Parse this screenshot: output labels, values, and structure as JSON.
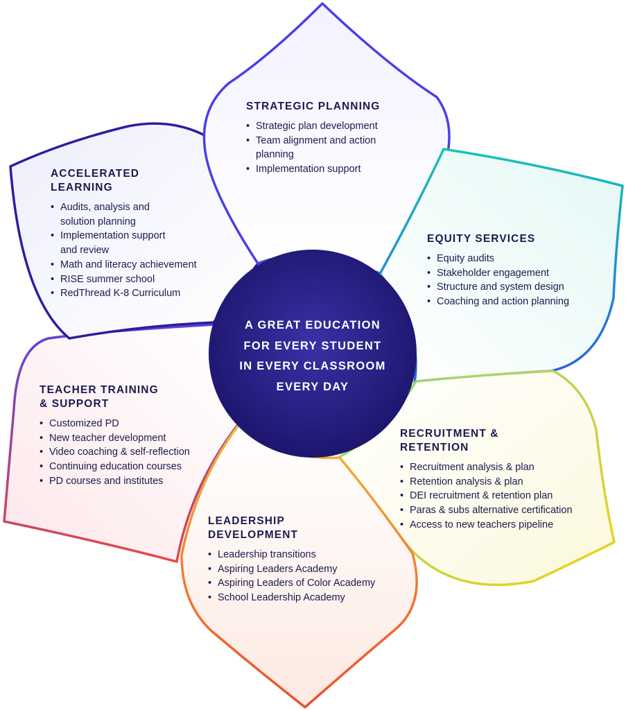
{
  "center": {
    "text": "A GREAT EDUCATION\nFOR EVERY STUDENT\nIN EVERY CLASSROOM\nEVERY DAY"
  },
  "colors": {
    "strategic": "#4a3fe6",
    "accelerated": "#2a1f9e",
    "equity": "#1fb8c4",
    "teacher": "#6a3fd6",
    "recruitment": "#e6d21a",
    "leadership": "#ee7a24",
    "text": "#1b1a4f",
    "center_fill": "#2a1f8a"
  },
  "sections": [
    {
      "id": "strategic-planning",
      "title": "STRATEGIC PLANNING",
      "items": [
        "Strategic plan development",
        "Team alignment and action\nplanning",
        "Implementation support"
      ]
    },
    {
      "id": "accelerated-learning",
      "title": "ACCELERATED\nLEARNING",
      "items": [
        "Audits, analysis and\nsolution planning",
        "Implementation support\nand review",
        "Math and literacy achievement",
        "RISE summer school",
        "RedThread K-8 Curriculum"
      ]
    },
    {
      "id": "equity-services",
      "title": "EQUITY SERVICES",
      "items": [
        "Equity audits",
        "Stakeholder engagement",
        "Structure and system design",
        "Coaching and action planning"
      ]
    },
    {
      "id": "teacher-training",
      "title": "TEACHER TRAINING\n& SUPPORT",
      "items": [
        "Customized PD",
        "New teacher development",
        "Video coaching & self-reflection",
        "Continuing education courses",
        "PD courses and institutes"
      ]
    },
    {
      "id": "recruitment-retention",
      "title": "RECRUITMENT &\nRETENTION",
      "items": [
        "Recruitment analysis & plan",
        "Retention analysis & plan",
        "DEI recruitment & retention plan",
        "Paras & subs alternative certification",
        "Access to new teachers pipeline"
      ]
    },
    {
      "id": "leadership-development",
      "title": "LEADERSHIP\nDEVELOPMENT",
      "items": [
        "Leadership transitions",
        "Aspiring Leaders Academy",
        "Aspiring Leaders of Color Academy",
        "School Leadership Academy"
      ]
    }
  ]
}
